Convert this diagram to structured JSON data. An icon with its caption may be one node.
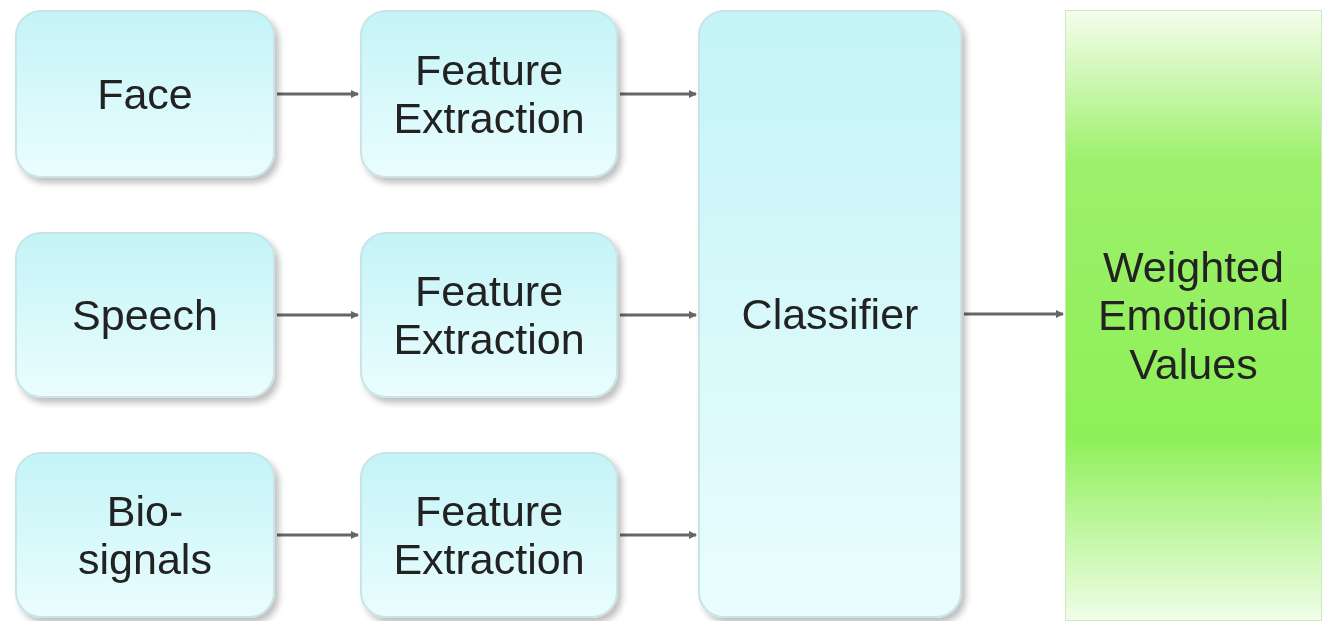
{
  "diagram": {
    "nodes": [
      {
        "text": [
          "Face"
        ]
      },
      {
        "text": [
          "Feature Extraction"
        ]
      },
      {
        "text": [
          "Speech"
        ]
      },
      {
        "text": [
          "Feature Extraction"
        ]
      },
      {
        "text": [
          "Bio-signals"
        ]
      },
      {
        "text": [
          "Feature Extraction"
        ]
      },
      {
        "text": [
          "Classifier"
        ]
      },
      {
        "text": [
          "Weighted Emotional Values"
        ]
      }
    ],
    "edges": [
      {
        "from": 0,
        "to": 1,
        "arrow": "to"
      },
      {
        "from": 1,
        "to": 6,
        "arrow": "to"
      },
      {
        "from": 2,
        "to": 3,
        "arrow": "to"
      },
      {
        "from": 3,
        "to": 6,
        "arrow": "to"
      },
      {
        "from": 4,
        "to": 5,
        "arrow": "to"
      },
      {
        "from": 5,
        "to": 6,
        "arrow": "to"
      },
      {
        "from": 6,
        "to": 7,
        "arrow": "to"
      }
    ]
  }
}
